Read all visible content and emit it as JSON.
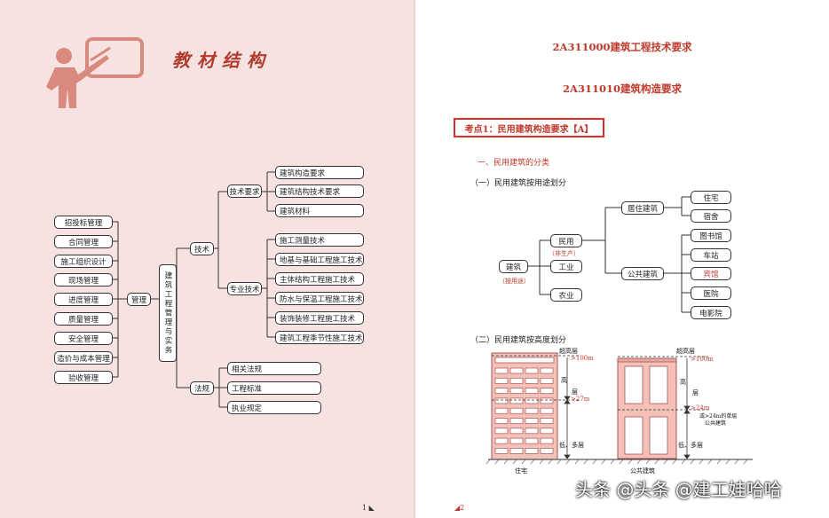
{
  "left_page": {
    "title": "教材结构",
    "page_number": "1",
    "root": "建筑工程管理与实务",
    "management": {
      "label": "管理",
      "items": [
        "招投标管理",
        "合同管理",
        "施工组织设计",
        "现场管理",
        "进度管理",
        "质量管理",
        "安全管理",
        "造价与成本管理",
        "验收管理"
      ]
    },
    "technology": {
      "label": "技术",
      "tech_requirements": {
        "label": "技术要求",
        "items": [
          "建筑构造要求",
          "建筑结构技术要求",
          "建筑材料"
        ]
      },
      "specialized": {
        "label": "专业技术",
        "items": [
          "施工测量技术",
          "地基与基础工程施工技术",
          "主体结构工程施工技术",
          "防水与保温工程施工技术",
          "装饰装修工程施工技术",
          "建筑工程季节性施工技术"
        ]
      }
    },
    "regulations": {
      "label": "法规",
      "items": [
        "相关法规",
        "工程标准",
        "执业规定"
      ]
    }
  },
  "right_page": {
    "heading1": "2A311000建筑工程技术要求",
    "heading2": "2A311010建筑构造要求",
    "kaodian": "考点1：民用建筑构造要求【A】",
    "section1": "一、民用建筑的分类",
    "subsection1": "（一）民用建筑按用途划分",
    "use_tree": {
      "root": "建筑",
      "root_note": "（按用途）",
      "civil": "民用",
      "civil_note": "（非生产）",
      "industrial": "工业",
      "agricultural": "农业",
      "residential": "居住建筑",
      "residential_items": [
        "住宅",
        "宿舍"
      ],
      "public": "公共建筑",
      "public_items": [
        "图书馆",
        "车站",
        "宾馆",
        "医院",
        "电影院"
      ]
    },
    "subsection2": "（二）民用建筑按高度划分",
    "height_diagram": {
      "left_labels": {
        "super": "超高层",
        "high1": "高",
        "high2": "层",
        "low": "低、多层",
        "h100": ">100m",
        "h27": ">27m"
      },
      "left_caption": "住宅",
      "right_labels": {
        "super": "超高层",
        "high1": "高",
        "high2": "层",
        "low": "低、多层",
        "h100": ">100m",
        "h24": ">24m",
        "note1": "或>24m的单层",
        "note2": "公共建筑"
      },
      "right_caption": "公共建筑"
    },
    "page_number": "2",
    "watermark": "头条 @头条 @建工娃哈哈"
  }
}
